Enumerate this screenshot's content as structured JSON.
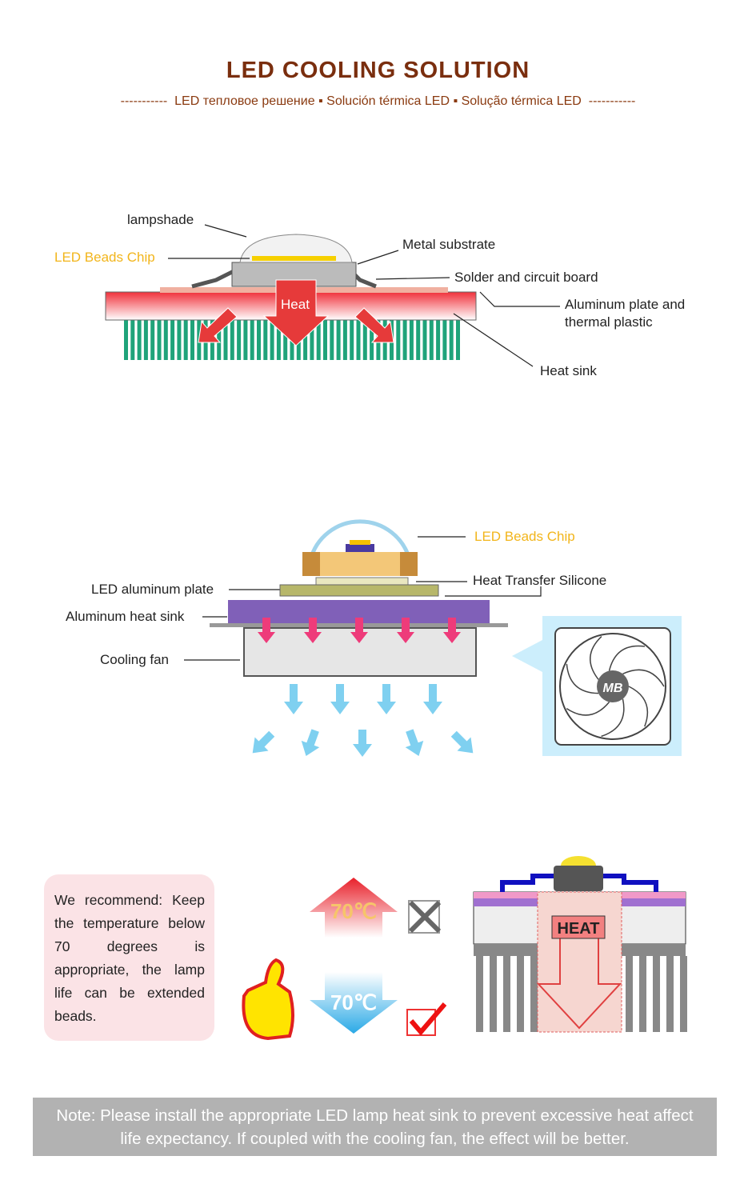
{
  "header": {
    "title": "LED COOLING SOLUTION",
    "subtitle": "-----------  LED тепловое решение ▪ Solución térmica LED ▪ Solução térmica LED  -----------"
  },
  "diagram1": {
    "lampshade": "lampshade",
    "led_chip": "LED Beads Chip",
    "metal_substrate": "Metal substrate",
    "solder": "Solder and circuit board",
    "aluminum_line1": "Aluminum plate and",
    "aluminum_line2": "thermal plastic",
    "heat_sink": "Heat sink",
    "heat": "Heat"
  },
  "diagram2": {
    "led_chip": "LED Beads Chip",
    "silicone": "Heat Transfer Silicone",
    "al_plate": "LED aluminum plate",
    "al_sink": "Aluminum heat sink",
    "fan": "Cooling fan",
    "fan_logo": "MB"
  },
  "diagram3": {
    "recommend": "We recommend: Keep the temperature below 70 degrees is appropriate, the lamp life can be extended beads.",
    "temp_high": "70℃",
    "temp_low": "70℃",
    "heat": "HEAT"
  },
  "note": {
    "label": "Note:",
    "text": " Please install the appropriate LED lamp heat sink to prevent excessive heat affect life expectancy. If coupled with the cooling fan, the effect will be better."
  },
  "colors": {
    "title": "#7a2e0e",
    "accent_yellow": "#f2b51b",
    "note_bg": "#b2b2b2"
  }
}
